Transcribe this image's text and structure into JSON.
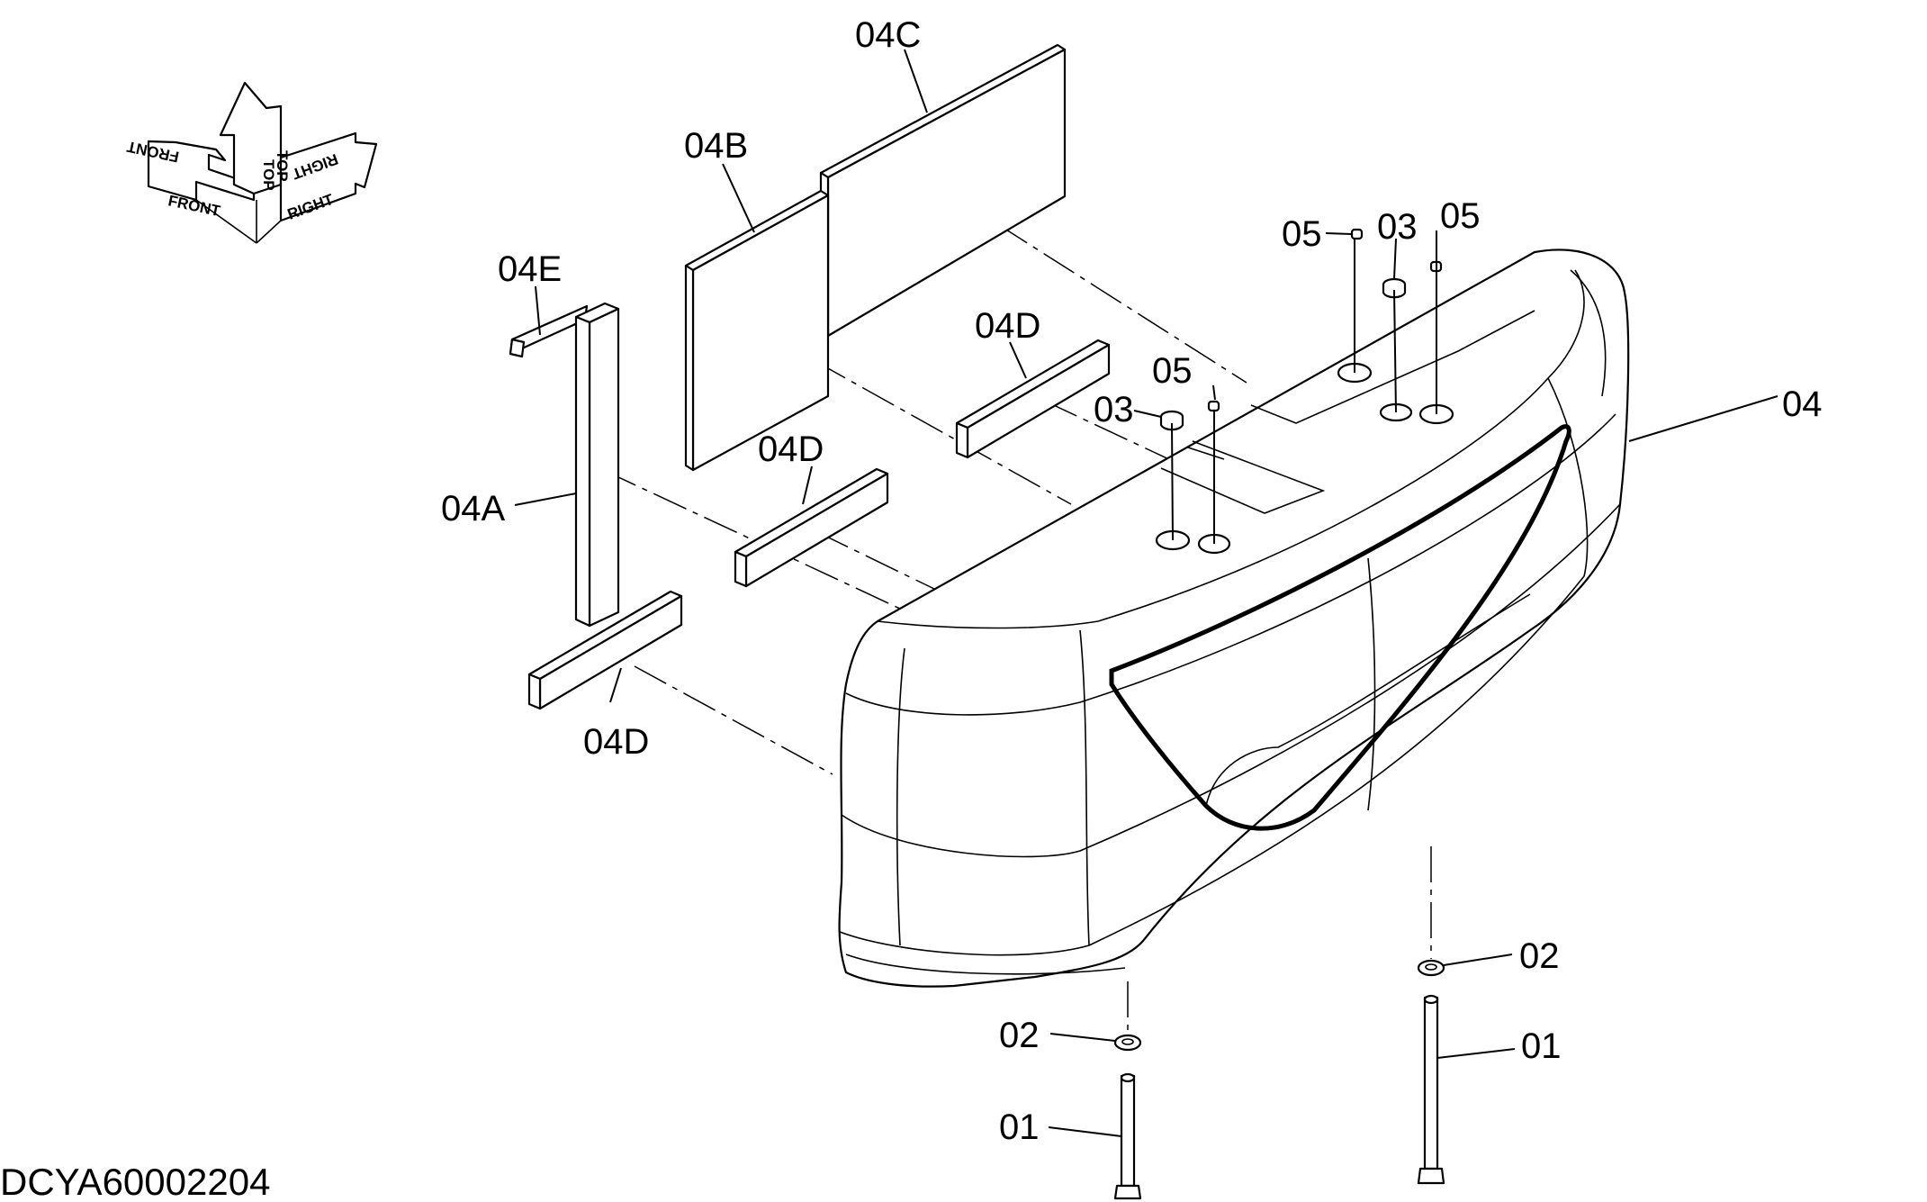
{
  "orientation": {
    "front": "FRONT",
    "top": "TOP",
    "right": "RIGHT"
  },
  "callouts": {
    "c04C": "04C",
    "c04B": "04B",
    "c04E": "04E",
    "c04D_top": "04D",
    "c04D_mid": "04D",
    "c04D_bottom": "04D",
    "c04A": "04A",
    "c05_left": "05",
    "c03_top": "03",
    "c05_right": "05",
    "c05_mid": "05",
    "c03_mid": "03",
    "c04": "04",
    "c02_right": "02",
    "c02_left": "02",
    "c01_right": "01",
    "c01_left": "01"
  },
  "document_id": "DCYA60002204"
}
